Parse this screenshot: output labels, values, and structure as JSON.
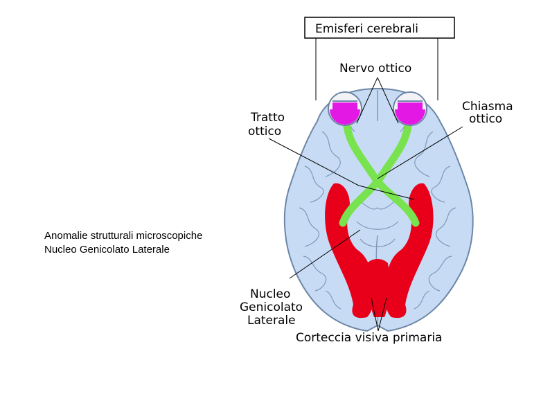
{
  "caption": {
    "line1": "Anomalie strutturali microscopiche",
    "line2": "Nucleo Genicolato Laterale"
  },
  "labels": {
    "hemispheres": "Emisferi cerebrali",
    "optic_nerve": "Nervo ottico",
    "optic_tract_1": "Tratto",
    "optic_tract_2": "ottico",
    "chiasm_1": "Chiasma",
    "chiasm_2": "ottico",
    "lgn_1": "Nucleo",
    "lgn_2": "Genicolato",
    "lgn_3": "Laterale",
    "visual_cortex": "Corteccia visiva primaria"
  },
  "colors": {
    "brain": "#c7dcf4",
    "brain_outline": "#6d86a6",
    "gyri": "#7f97b8",
    "eye": "#e418e4",
    "optic_path": "#79e34f",
    "cortex": "#e8001a"
  }
}
